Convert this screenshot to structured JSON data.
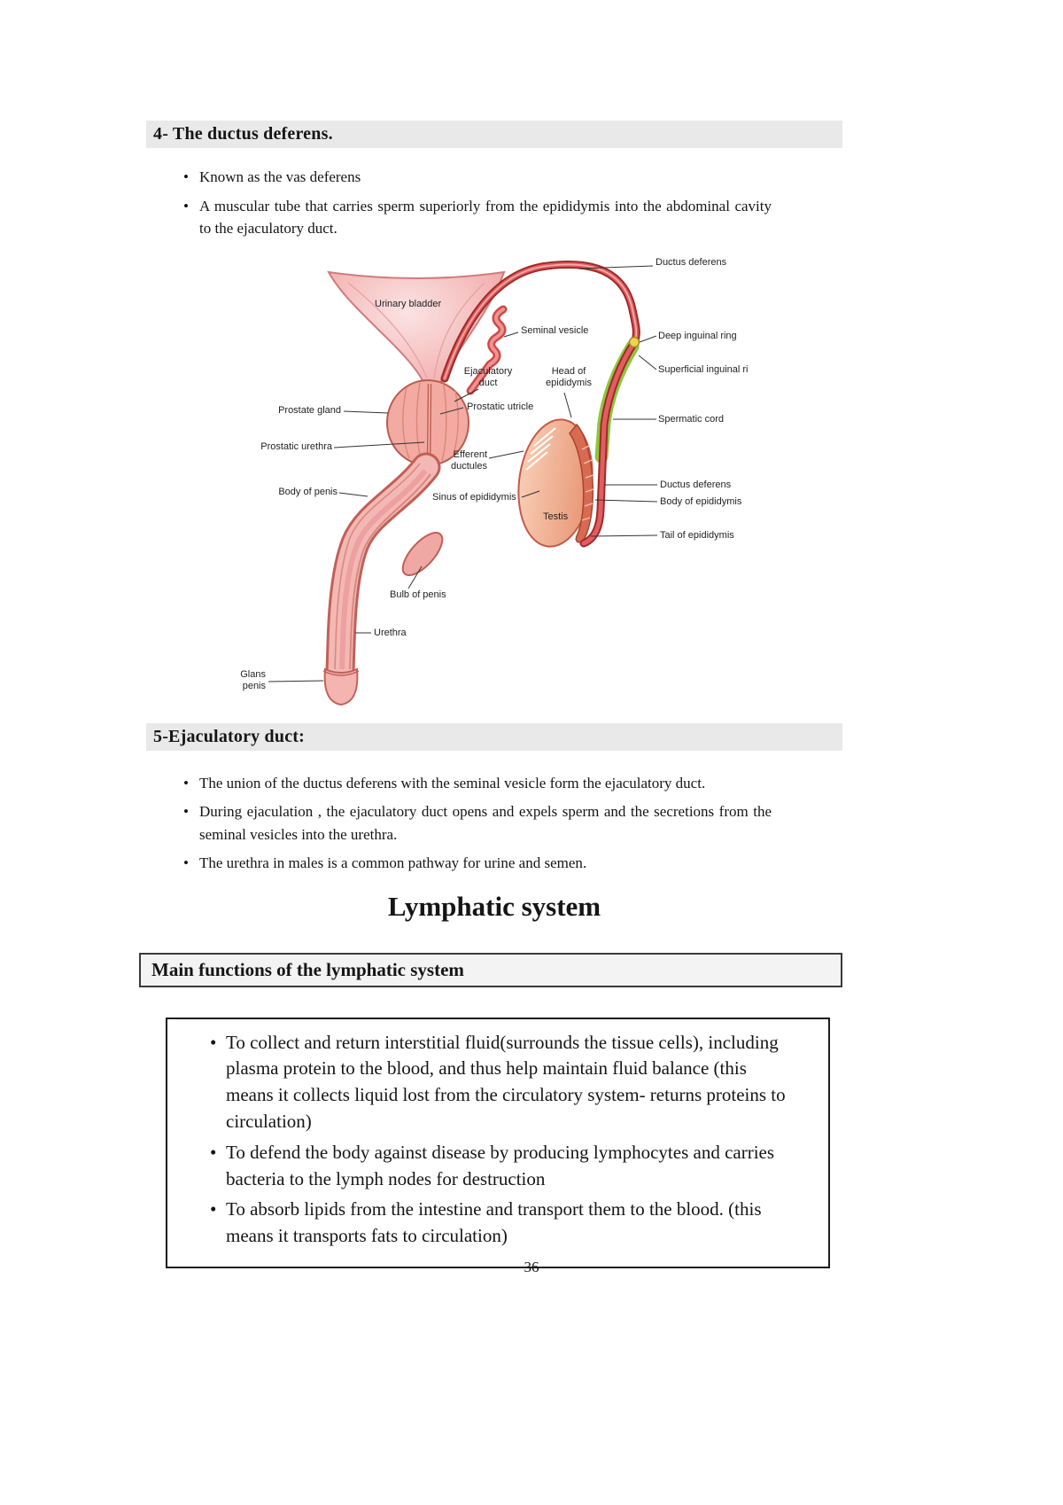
{
  "page": {
    "number": "36"
  },
  "colors": {
    "heading_bg": "#e9e9e9",
    "anatomy_pink": "#f4b8b4",
    "anatomy_red": "#9c2a2a",
    "spermatic_cord_green": "#8dc63f",
    "spermatic_cord_yellow": "#f2e23e"
  },
  "section_ductus": {
    "heading": "4- The ductus deferens.",
    "bullets": [
      "Known as the vas deferens",
      "A muscular tube that carries sperm superiorly from the epididymis into the abdominal cavity to the ejaculatory duct."
    ]
  },
  "diagram": {
    "labels": [
      {
        "text": "Ductus deferens"
      },
      {
        "text": "Urinary bladder"
      },
      {
        "text": "Seminal vesicle"
      },
      {
        "text": "Deep inguinal ring"
      },
      {
        "text": "Ejaculatory duct"
      },
      {
        "text": "Head of epididymis"
      },
      {
        "text": "Superficial inguinal ri"
      },
      {
        "text": "Prostate gland"
      },
      {
        "text": "Prostatic utricle"
      },
      {
        "text": "Prostatic urethra"
      },
      {
        "text": "Spermatic cord"
      },
      {
        "text": "Efferent ductules"
      },
      {
        "text": "Body of penis"
      },
      {
        "text": "Sinus of epididymis"
      },
      {
        "text": "Testis"
      },
      {
        "text": "Ductus deferens"
      },
      {
        "text": "Body of epididymis"
      },
      {
        "text": "Tail of epididymis"
      },
      {
        "text": "Bulb of penis"
      },
      {
        "text": "Urethra"
      },
      {
        "text": "Glans penis"
      }
    ]
  },
  "section_ejaculatory": {
    "heading": "5-Ejaculatory duct:",
    "bullets": [
      "The union of the ductus deferens with the seminal vesicle form the ejaculatory duct.",
      "During ejaculation , the ejaculatory duct opens and expels sperm and the secretions from the seminal vesicles into the urethra.",
      "The urethra in males is a common pathway for urine and semen."
    ]
  },
  "lymphatic": {
    "title": "Lymphatic system",
    "subheading": "Main functions of the lymphatic system",
    "functions": [
      "To collect and return interstitial fluid(surrounds the tissue cells), including plasma protein to the blood, and thus help maintain fluid balance (this means it collects liquid lost from the circulatory system- returns proteins to circulation)",
      "To defend the body against disease by producing lymphocytes and carries bacteria to the lymph nodes for destruction",
      "To absorb lipids from the intestine and transport them to the blood. (this means it transports fats to circulation)"
    ]
  }
}
